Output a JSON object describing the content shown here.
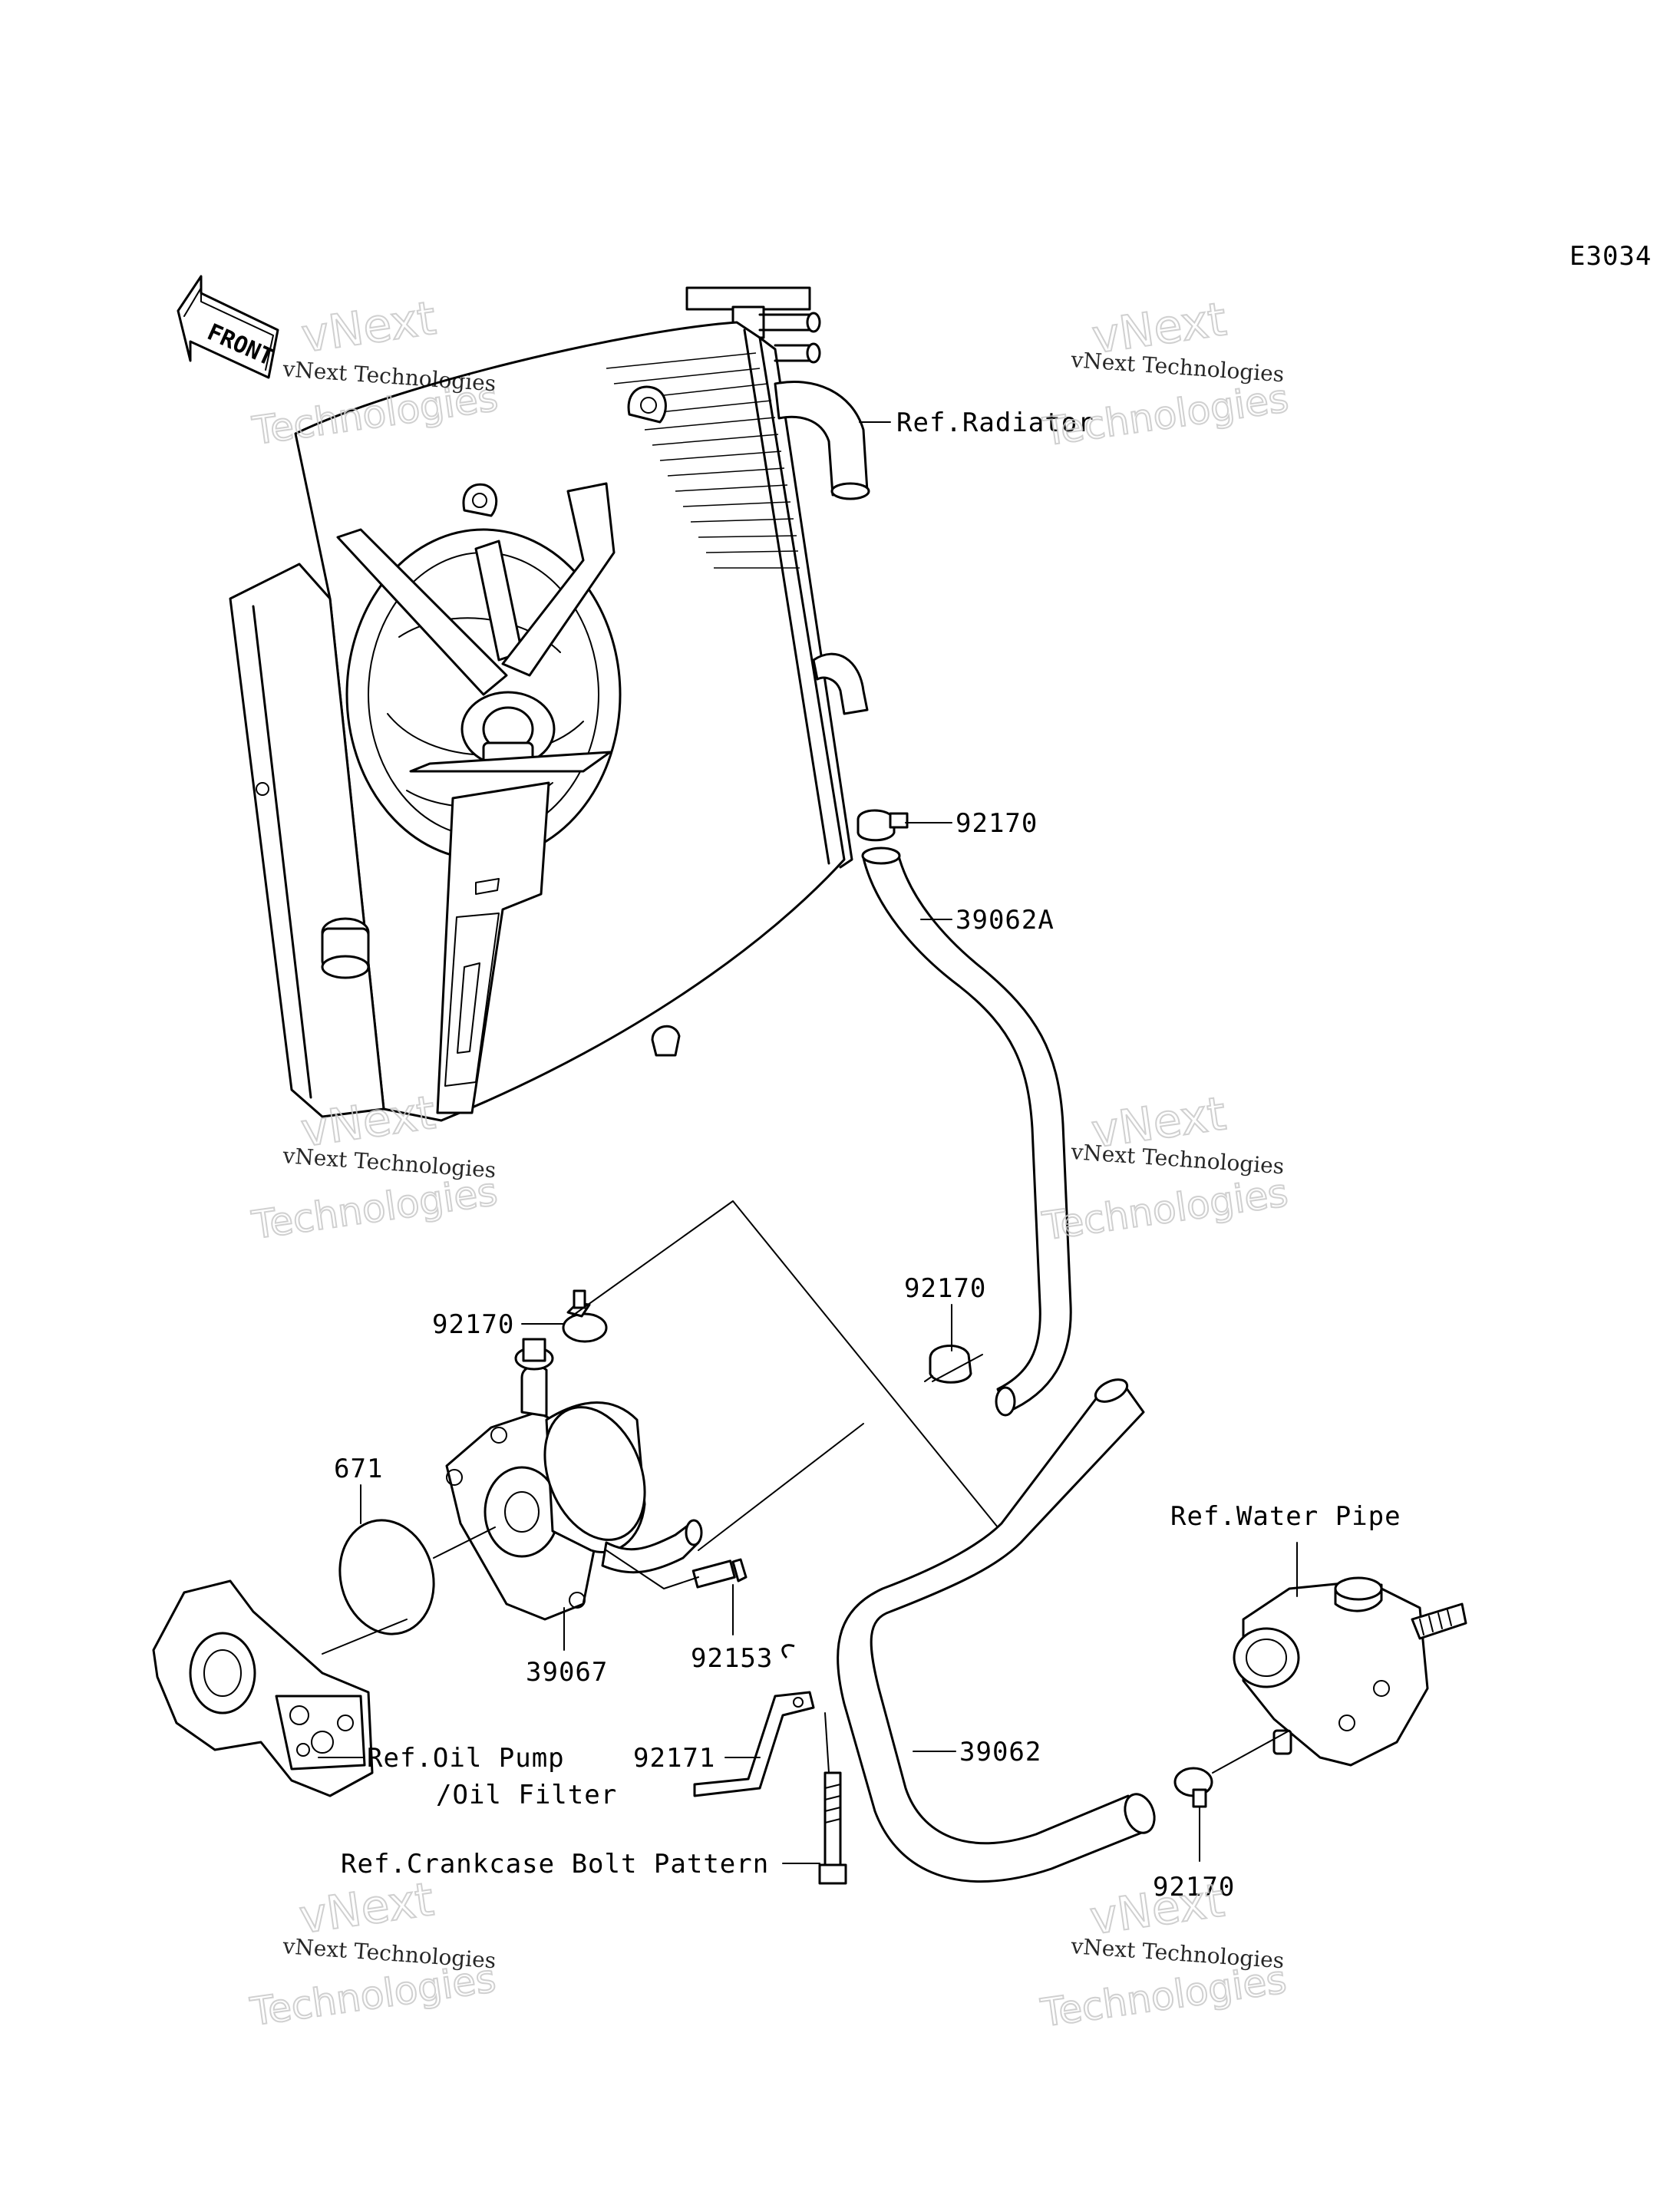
{
  "diagram_code": "E3034",
  "front_badge": "FRONT",
  "watermark": {
    "company": "vNext Technologies",
    "line1": "vNext",
    "line2": "Technologies"
  },
  "labels": {
    "ref_radiator": "Ref.Radiator",
    "p92170_a": "92170",
    "p39062A": "39062A",
    "p92170_b": "92170",
    "p92170_c": "92170",
    "p671": "671",
    "p39067": "39067",
    "p92153": "92153",
    "p92171": "92171",
    "p39062": "39062",
    "ref_oil_pump_1": "Ref.Oil Pump",
    "ref_oil_pump_2": "/Oil Filter",
    "ref_crankcase": "Ref.Crankcase Bolt Pattern",
    "ref_water_pipe": "Ref.Water Pipe",
    "p92170_d": "92170"
  }
}
